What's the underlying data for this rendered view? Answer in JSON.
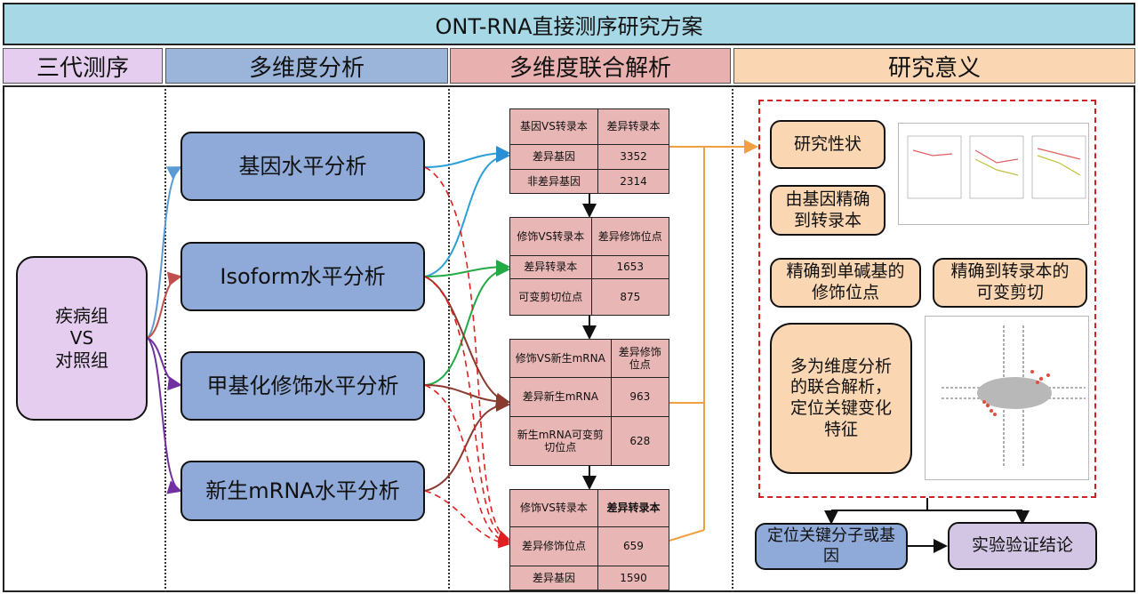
{
  "title": "ONT-RNA直接测序研究方案",
  "headers": [
    "三代测序",
    "多维度分析",
    "多维度联合解析",
    "研究意义"
  ],
  "left_node": {
    "line1": "疾病组",
    "line2": "VS",
    "line3": "对照组"
  },
  "analysis_nodes": [
    "基因水平分析",
    "Isoform水平分析",
    "甲基化修饰水平分析",
    "新生mRNA水平分析"
  ],
  "tables": [
    {
      "rows": [
        [
          "基因VS转录本",
          "差异转录本"
        ],
        [
          "差异基因",
          "3352"
        ],
        [
          "非差异基因",
          "2314"
        ]
      ]
    },
    {
      "rows": [
        [
          "修饰VS转录本",
          "差异修饰位点"
        ],
        [
          "差异转录本",
          "1653"
        ],
        [
          "可变剪切位点",
          "875"
        ]
      ]
    },
    {
      "rows": [
        [
          "修饰VS新生mRNA",
          "差异修饰位点"
        ],
        [
          "差异新生mRNA",
          "963"
        ],
        [
          "新生mRNA可变剪切位点",
          "628"
        ]
      ]
    },
    {
      "rows": [
        [
          "修饰VS转录本",
          "差异转录本"
        ],
        [
          "差异修饰位点",
          "659"
        ],
        [
          "差异基因",
          "1590"
        ]
      ]
    }
  ],
  "significance": {
    "n1": "研究性状",
    "n2": "由基因精确到转录本",
    "n3": "精确到单碱基的修饰位点",
    "n4": "精确到转录本的可变剪切",
    "n5": "多为维度分析的联合解析，定位关键变化特征",
    "n6": "定位关键分子或基因",
    "n7": "实验验证结论"
  },
  "colors": {
    "title": "#a7d8e6",
    "blue_node": "#8faad8",
    "table": "#e8b6b5",
    "peach": "#fad6b3",
    "dashed_box": "#d42020"
  }
}
